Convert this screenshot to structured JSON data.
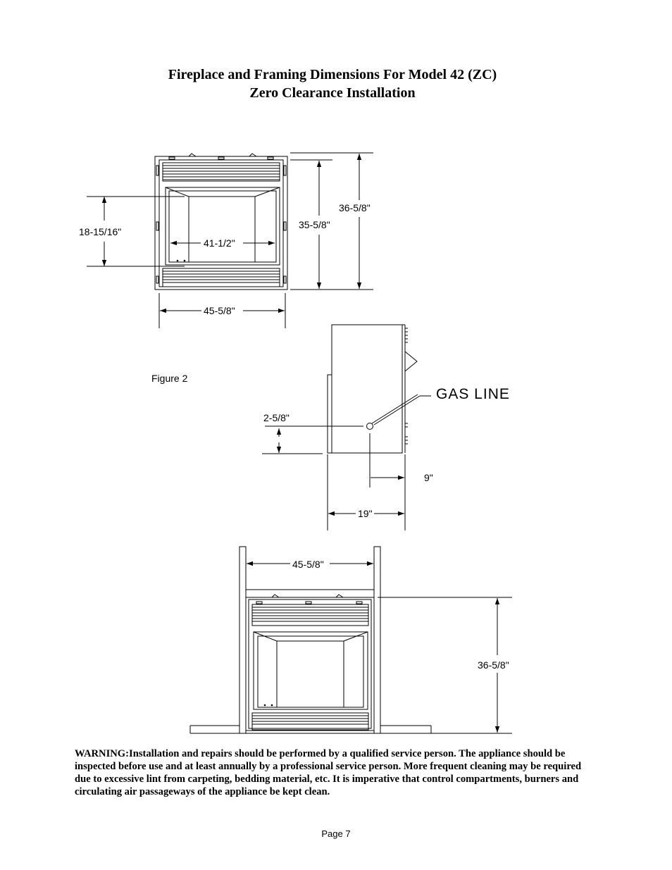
{
  "title": {
    "line1": "Fireplace and Framing Dimensions  For Model 42 (ZC)",
    "line2": "Zero Clearance Installation"
  },
  "front_view": {
    "dim_opening_height": "18-15/16\"",
    "dim_opening_width": "41-1/2\"",
    "dim_inner_height": "35-5/8\"",
    "dim_total_height": "36-5/8\"",
    "dim_total_width": "45-5/8\""
  },
  "figure_label": "Figure 2",
  "side_view": {
    "gas_line_label": "GAS LINE",
    "dim_gas_height": "2-5/8\"",
    "dim_gas_offset": "9\"",
    "dim_depth": "19\""
  },
  "framing_view": {
    "dim_framing_width": "45-5/8\"",
    "dim_framing_height": "36-5/8\""
  },
  "warning_text": "WARNING:Installation and repairs should be performed by a qualified service person.  The appliance should be inspected before use and at least annually by a professional service person. More frequent cleaning may be required due to excessive lint from carpeting, bedding material, etc. It is imperative that control compartments, burners and circulating air passageways of the appliance be kept clean.",
  "page_number": "Page 7"
}
